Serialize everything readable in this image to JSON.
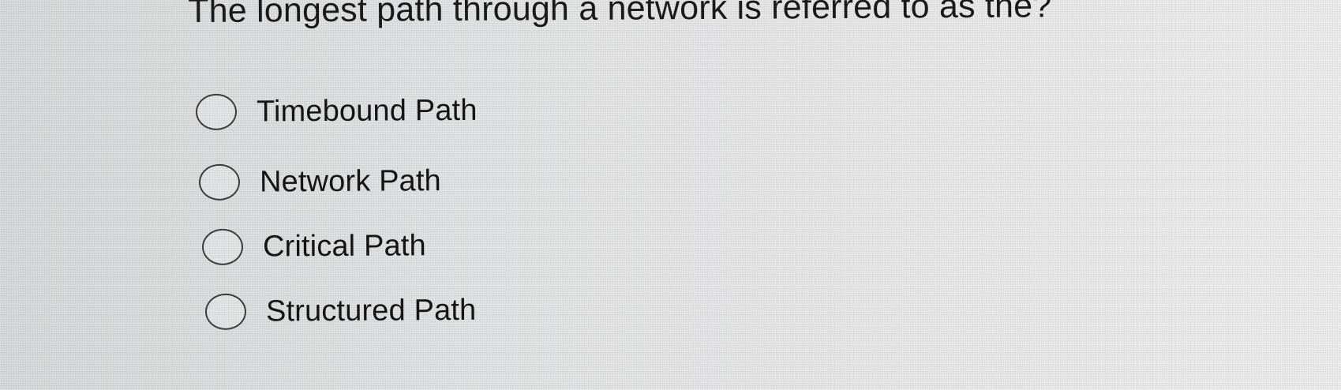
{
  "question": {
    "text": "The longest path through a network is referred to as the?"
  },
  "options": [
    {
      "label": "Timebound Path",
      "selected": false
    },
    {
      "label": "Network Path",
      "selected": false
    },
    {
      "label": "Critical Path",
      "selected": false
    },
    {
      "label": "Structured Path",
      "selected": false
    }
  ],
  "colors": {
    "background": "#e2e3e4",
    "text": "#1a1a1a",
    "radio_border": "#3d3d3d"
  }
}
